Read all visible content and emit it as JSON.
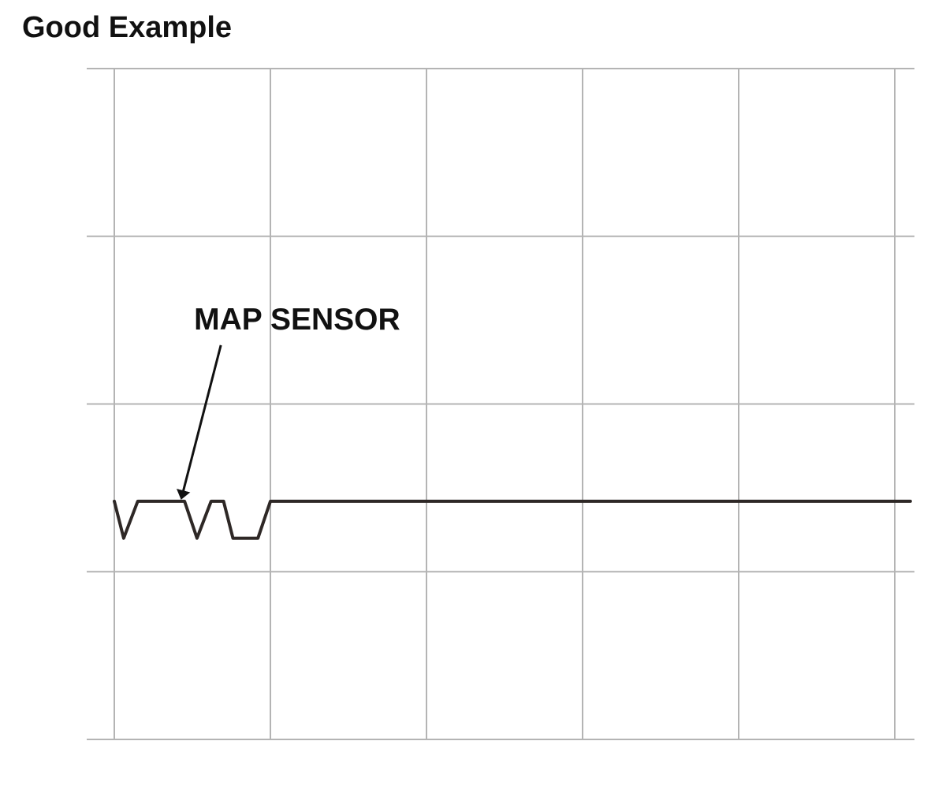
{
  "title": "Good Example",
  "colors": {
    "grid": "#b4b4b4",
    "trace": "#2e2826",
    "annotation": "#111111"
  },
  "chart_data": {
    "type": "line",
    "title": "Good Example",
    "xlabel": "",
    "ylabel": "",
    "grid": true,
    "divisions": {
      "x": 5,
      "y": 4
    },
    "xlim": [
      0,
      5
    ],
    "ylim": [
      0,
      4
    ],
    "series": [
      {
        "points": [
          [
            0.0,
            1.42
          ],
          [
            0.06,
            1.2
          ],
          [
            0.15,
            1.42
          ],
          [
            0.45,
            1.42
          ],
          [
            0.53,
            1.2
          ],
          [
            0.62,
            1.42
          ],
          [
            0.7,
            1.42
          ],
          [
            0.76,
            1.2
          ],
          [
            0.92,
            1.2
          ],
          [
            1.0,
            1.42
          ],
          [
            5.1,
            1.42
          ]
        ]
      }
    ],
    "annotations": [
      {
        "text": "MAP SENSOR",
        "target": [
          0.42,
          1.42
        ]
      }
    ]
  }
}
